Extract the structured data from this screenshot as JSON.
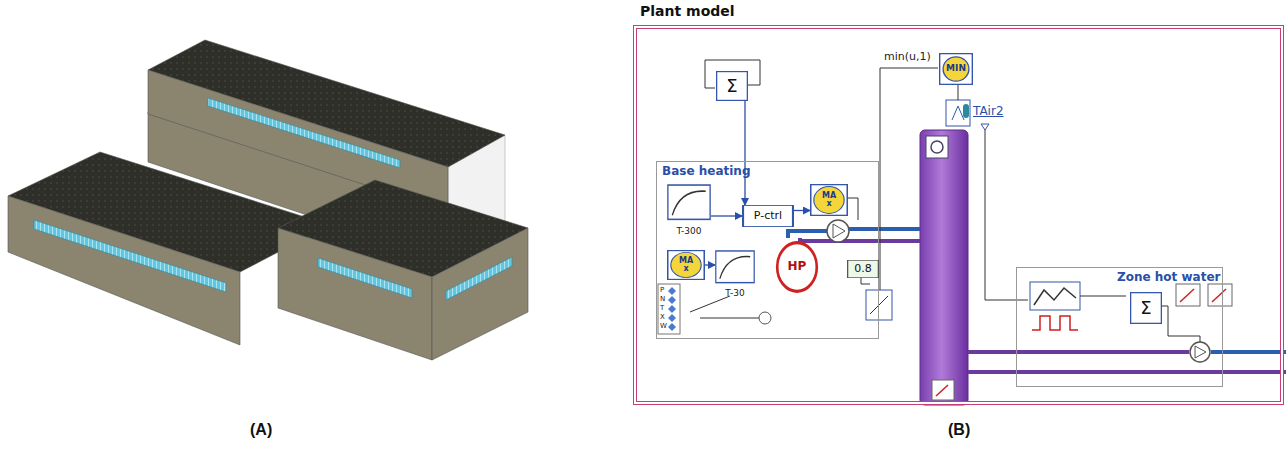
{
  "diagram": {
    "nodes": [
      {
        "text": [
          "Plant model"
        ]
      },
      {
        "text": [
          "Base heating"
        ],
        "in": 0
      },
      {
        "text": [
          "Zone hot water"
        ],
        "in": 0
      },
      {
        "text": [
          "MIN"
        ],
        "in": 0
      },
      {
        "text": [
          "Σ"
        ],
        "in": 0
      },
      {
        "text": [
          "T-300"
        ],
        "in": 1
      },
      {
        "text": [
          "P-ctrl"
        ],
        "in": 1
      },
      {
        "text": [
          "MA x"
        ],
        "in": 1
      },
      {
        "text": [
          "MA x"
        ],
        "in": 1
      },
      {
        "text": [
          "T-30"
        ],
        "in": 1
      },
      {
        "text": [
          "HP"
        ],
        "in": 1
      },
      {
        "text": [
          "0.8"
        ],
        "in": 1
      },
      {
        "text": [
          "Σ"
        ],
        "in": 2
      }
    ],
    "edges": [
      {
        "from": 4,
        "to": 6,
        "arrow": "to"
      },
      {
        "from": 5,
        "to": 6,
        "arrow": "to"
      },
      {
        "from": 6,
        "to": 7,
        "arrow": "to"
      },
      {
        "from": 8,
        "to": 9,
        "arrow": "to"
      }
    ],
    "labels": [
      "min(u,1)",
      "TAir2",
      "(A)",
      "(B)",
      "P",
      "N",
      "T",
      "X",
      "W"
    ]
  }
}
